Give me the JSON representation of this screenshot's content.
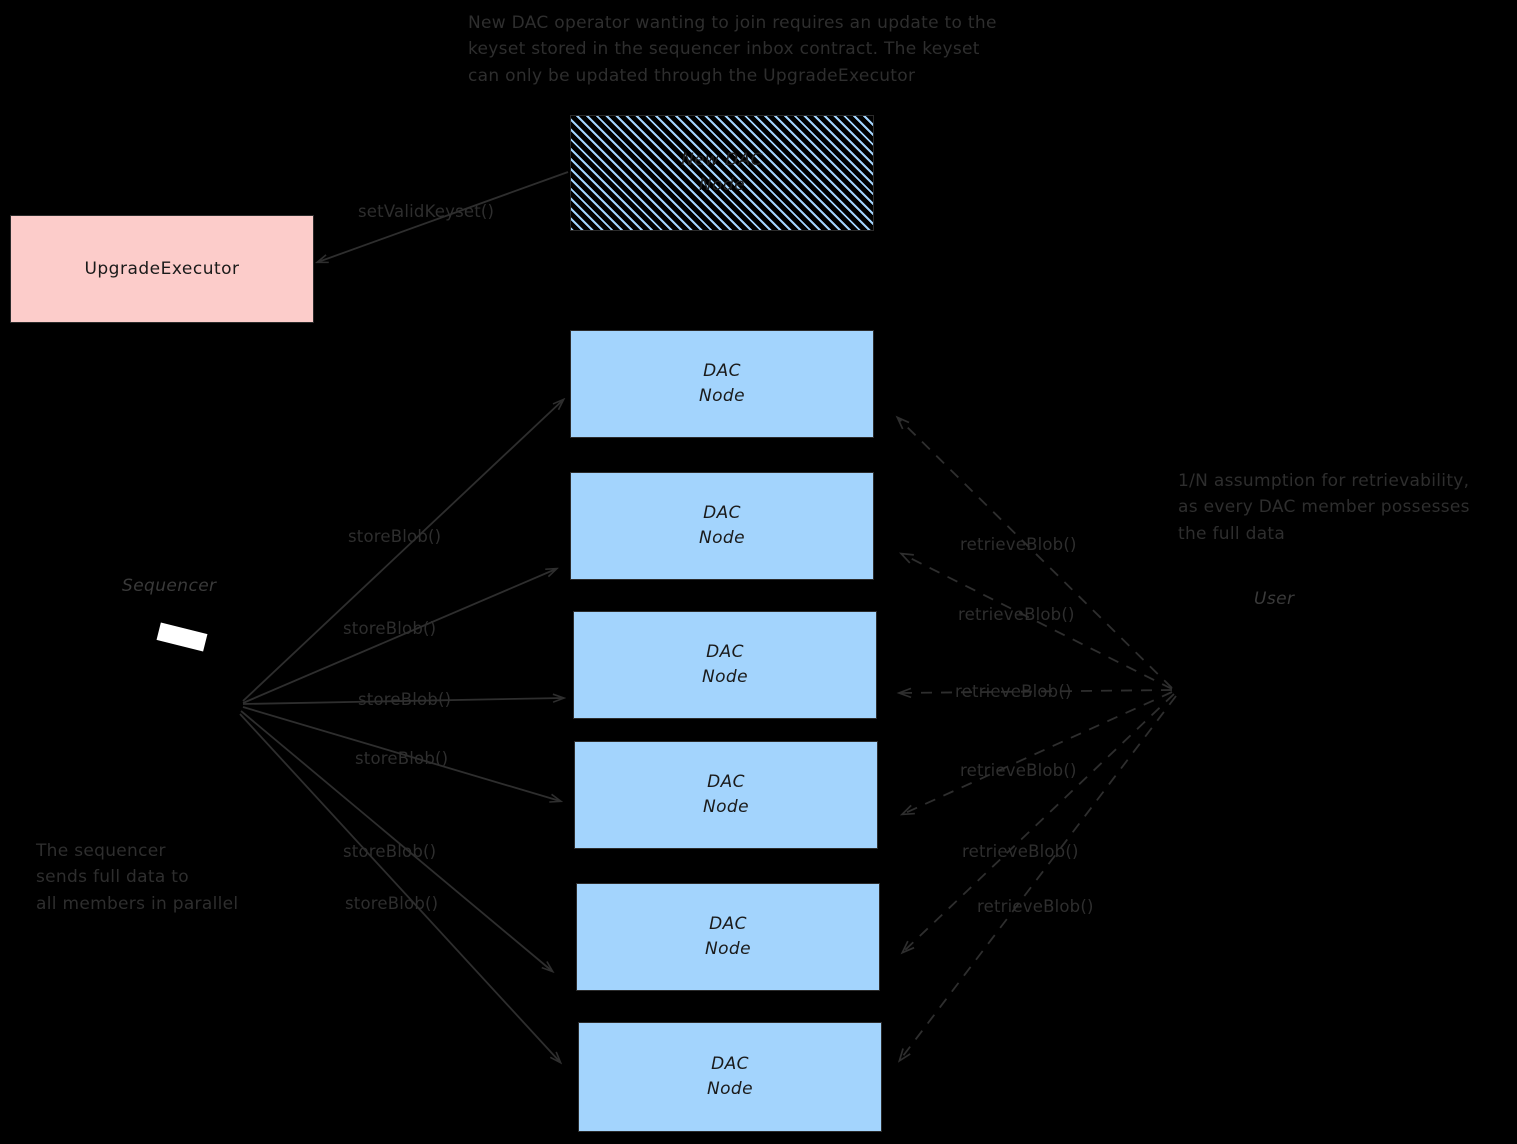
{
  "annotations": {
    "top_note": "New DAC operator wanting to join requires an update to the\nkeyset stored in the sequencer inbox contract. The keyset\ncan only be updated through the UpgradeExecutor",
    "right_note": "1/N assumption for retrievability,\nas every DAC member possesses\nthe full data",
    "bottom_left_note": "The sequencer\nsends full data to\nall members in parallel"
  },
  "actors": {
    "sequencer_label": "Sequencer",
    "user_label": "User"
  },
  "boxes": {
    "upgrade_executor": {
      "label": "UpgradeExecutor",
      "fill": "#fcccca"
    },
    "new_dac_node": {
      "line1": "New DAC",
      "line2": "Node",
      "fill": "#a3d4fd",
      "pattern": "diagonal-hatch"
    },
    "dac_nodes": [
      {
        "line1": "DAC",
        "line2": "Node"
      },
      {
        "line1": "DAC",
        "line2": "Node"
      },
      {
        "line1": "DAC",
        "line2": "Node"
      },
      {
        "line1": "DAC",
        "line2": "Node"
      },
      {
        "line1": "DAC",
        "line2": "Node"
      },
      {
        "line1": "DAC",
        "line2": "Node"
      }
    ],
    "dac_node_fill": "#a3d4fd"
  },
  "edges": {
    "set_valid_keyset": "setValidKeyset()",
    "store_blob": [
      "storeBlob()",
      "storeBlob()",
      "storeBlob()",
      "storeBlob()",
      "storeBlob()",
      "storeBlob()"
    ],
    "retrieve_blob": [
      "retrieveBlob()",
      "retrieveBlob()",
      "retrieveBlob()",
      "retrieveBlob()",
      "retrieveBlob()",
      "retrieveBlob()"
    ]
  },
  "colors": {
    "background": "#000000",
    "node_fill": "#a3d4fd",
    "executor_fill": "#fcccca",
    "stroke": "#2e2e2e",
    "text": "#1a1a1a"
  }
}
